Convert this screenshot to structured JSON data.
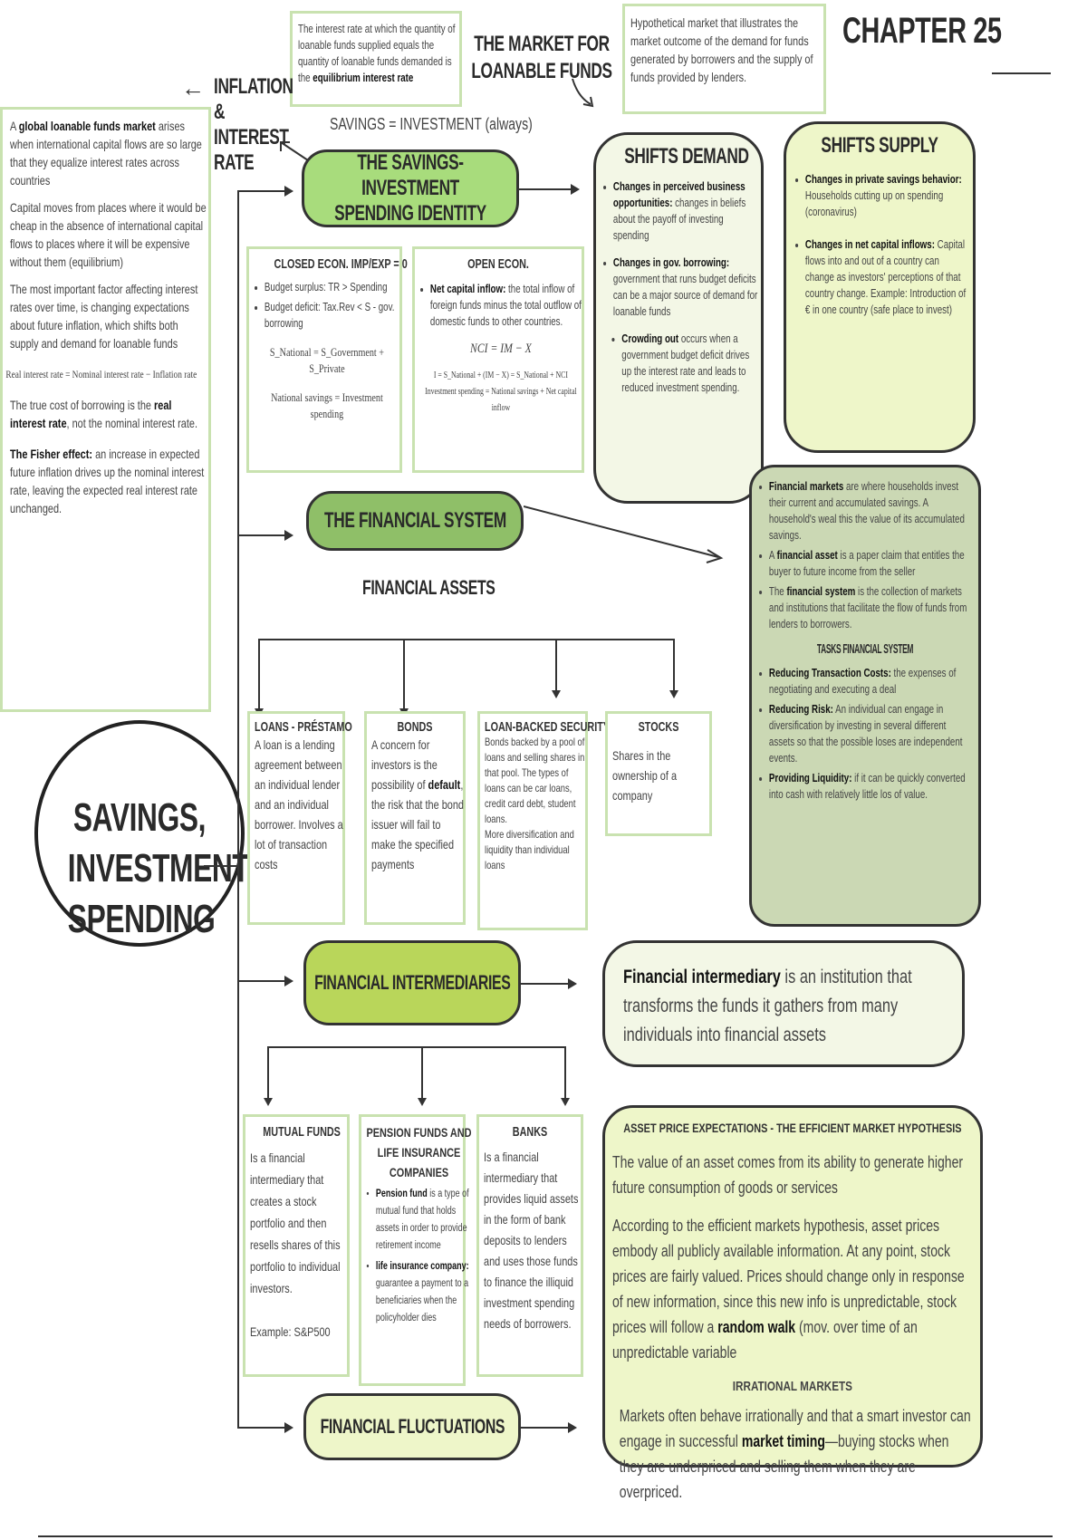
{
  "page": {
    "chapter": "CHAPTER 25",
    "center_circle": [
      "SAVINGS,",
      "INVESTMENT,",
      "SPENDING"
    ]
  },
  "top": {
    "equilibrium_note_pre": "The interest rate at which the quantity of loanable funds supplied equals the quantity of loanable funds demanded is the",
    "equilibrium_note_bold": "equilibrium interest rate",
    "market_title": "THE MARKET FOR LOANABLE FUNDS",
    "market_note": "Hypothetical market that illustrates the market outcome of the demand for funds generated by borrowers and the supply of funds provided by lenders.",
    "inflation_label": "INFLATION & INTEREST RATE",
    "savings_eq_investment": "SAVINGS = INVESTMENT (always)"
  },
  "left_panel": {
    "p1_bold": "global loanable funds market",
    "p1_pre": "A",
    "p1_post": "arises when international capital flows are so large that they equalize interest rates across countries",
    "p2": "Capital moves from places where it would be cheap in the absence of international capital flows to places where it will be expensive without them (equilibrium)",
    "p3": "The most important factor affecting interest rates over time, is changing expectations about future inflation, which shifts both supply and demand for loanable funds",
    "formula": "Real interest rate = Nominal interest rate − Inflation rate",
    "p4_pre": "The true cost of borrowing is the",
    "p4_bold": "real interest rate",
    "p4_post": ", not the nominal interest rate.",
    "p5_bold": "The Fisher effect:",
    "p5_post": "an increase in expected future inflation drives up the nominal interest rate, leaving the expected real interest rate unchanged."
  },
  "pills": {
    "identity": "THE SAVINGS-INVESTMENT SPENDING IDENTITY",
    "financial_system": "THE FINANCIAL SYSTEM",
    "intermediaries": "FINANCIAL INTERMEDIARIES",
    "fluctuations": "FINANCIAL FLUCTUATIONS"
  },
  "closed_econ": {
    "title": "CLOSED ECON. IMP/EXP = 0",
    "b1": "Budget surplus: TR > Spending",
    "b2": "Budget deficit: Tax.Rev < S - gov. borrowing",
    "eq1": "S_National = S_Government + S_Private",
    "eq2": "National savings = Investment spending"
  },
  "open_econ": {
    "title": "OPEN ECON.",
    "b1_bold": "Net capital inflow:",
    "b1_post": "the total inflow of foreign funds minus the total outflow of domestic funds to other countries.",
    "eq1": "NCI = IM − X",
    "eq2": "I = S_National + (IM − X) = S_National + NCI",
    "eq3": "Investment spending = National savings + Net capital inflow"
  },
  "shifts_demand": {
    "title": "SHIFTS DEMAND",
    "b1_bold": "Changes in perceived business opportunities:",
    "b1_post": "changes in beliefs about the payoff of investing spending",
    "b2_bold": "Changes in gov. borrowing:",
    "b2_post": "government that runs budget deficits can be a major source of demand for loanable funds",
    "b3_bold": "Crowding out",
    "b3_post": "occurs when a government budget deficit drives up the interest rate and leads to reduced investment spending."
  },
  "shifts_supply": {
    "title": "SHIFTS SUPPLY",
    "b1_bold": "Changes in private savings behavior:",
    "b1_post": "Households cutting up on spending (coronavirus)",
    "b2_bold": "Changes in net capital inflows:",
    "b2_post": "Capital flows into and out of a country can change as investors' perceptions of that country change. Example: Introduction of € in one country (safe place to invest)"
  },
  "financial_markets": {
    "b1_bold": "Financial markets",
    "b1_post": "are where households invest their current and accumulated savings. A household's weal this the value of its accumulated savings.",
    "b2_pre": "A",
    "b2_bold": "financial asset",
    "b2_post": "is a paper claim that entitles the buyer to future income from the seller",
    "b3_pre": "The",
    "b3_bold": "financial system",
    "b3_post": "is the collection of markets and institutions that facilitate the flow of funds from lenders to borrowers.",
    "tasks_title": "TASKS FINANCIAL SYSTEM",
    "t1_bold": "Reducing Transaction Costs:",
    "t1_post": "the expenses of negotiating and executing a deal",
    "t2_bold": "Reducing Risk:",
    "t2_post": "An individual can engage in diversification by investing in several different assets so that the possible loses are independent events.",
    "t3_bold": "Providing Liquidity:",
    "t3_post": "if it can be quickly converted into cash with relatively little los of value."
  },
  "financial_assets": {
    "label": "FINANCIAL ASSETS",
    "loans_title": "LOANS - PRÉSTAMO",
    "loans_text": "A loan is a lending agreement between an individual lender and an individual borrower. Involves a lot of transaction costs",
    "bonds_title": "BONDS",
    "bonds_pre": "A concern for investors is the possibility of",
    "bonds_bold": "default",
    "bonds_post": ", the risk that the bond issuer will fail to make the specified payments",
    "lbs_title": "LOAN-BACKED SECURITY",
    "lbs_text1": "Bonds backed by a pool of loans and selling shares in that pool. The types of loans can be car loans, credit card debt, student loans.",
    "lbs_text2": "More diversification and liquidity than individual loans",
    "stocks_title": "STOCKS",
    "stocks_text": "Shares in the ownership of a company"
  },
  "intermediary_def": {
    "bold": "Financial intermediary",
    "post": "is an institution that transforms the funds it gathers from many individuals into financial assets"
  },
  "intermediaries": {
    "mutual_title": "MUTUAL FUNDS",
    "mutual_text": "Is a financial intermediary that creates a stock portfolio and then resells shares of this portfolio to individual investors.",
    "mutual_example": "Example: S&P500",
    "pension_title": "PENSION FUNDS AND LIFE INSURANCE COMPANIES",
    "pension_b1_bold": "Pension fund",
    "pension_b1_post": "is a type of mutual fund that holds assets in order to provide retirement income",
    "pension_b2_bold": "life insurance company:",
    "pension_b2_post": "guarantee a payment to a beneficiaries when the policyholder dies",
    "banks_title": "BANKS",
    "banks_text": "Is a financial intermediary that provides liquid assets in the form of bank deposits to lenders and uses those funds to finance the illiquid investment spending needs of borrowers."
  },
  "emh": {
    "title": "ASSET PRICE EXPECTATIONS - THE EFFICIENT MARKET HYPOTHESIS",
    "p1": "The value of an asset comes from its ability to generate higher future consumption of goods or services",
    "p2_pre": "According to the efficient markets hypothesis, asset prices embody all publicly available information. At any point, stock prices are fairly valued. Prices should change only in response of new information, since this new info is unpredictable, stock prices will follow a",
    "p2_bold": "random walk",
    "p2_post": "(mov. over time of an unpredictable variable",
    "irr_title": "IRRATIONAL MARKETS",
    "p3_pre": "Markets often behave irrationally and that a smart investor can engage in successful",
    "p3_bold": "market timing",
    "p3_post": "—buying stocks when they are underpriced and selling them when they are overpriced."
  },
  "colors": {
    "light_green": "#c9e2b0",
    "pill_green": "#a8dc7c",
    "pill_mid": "#8fbf68",
    "pill_olive": "#b9d65a",
    "sage": "#cbd8b4",
    "cream": "#eef6c9",
    "pale": "#f3f7e6"
  }
}
